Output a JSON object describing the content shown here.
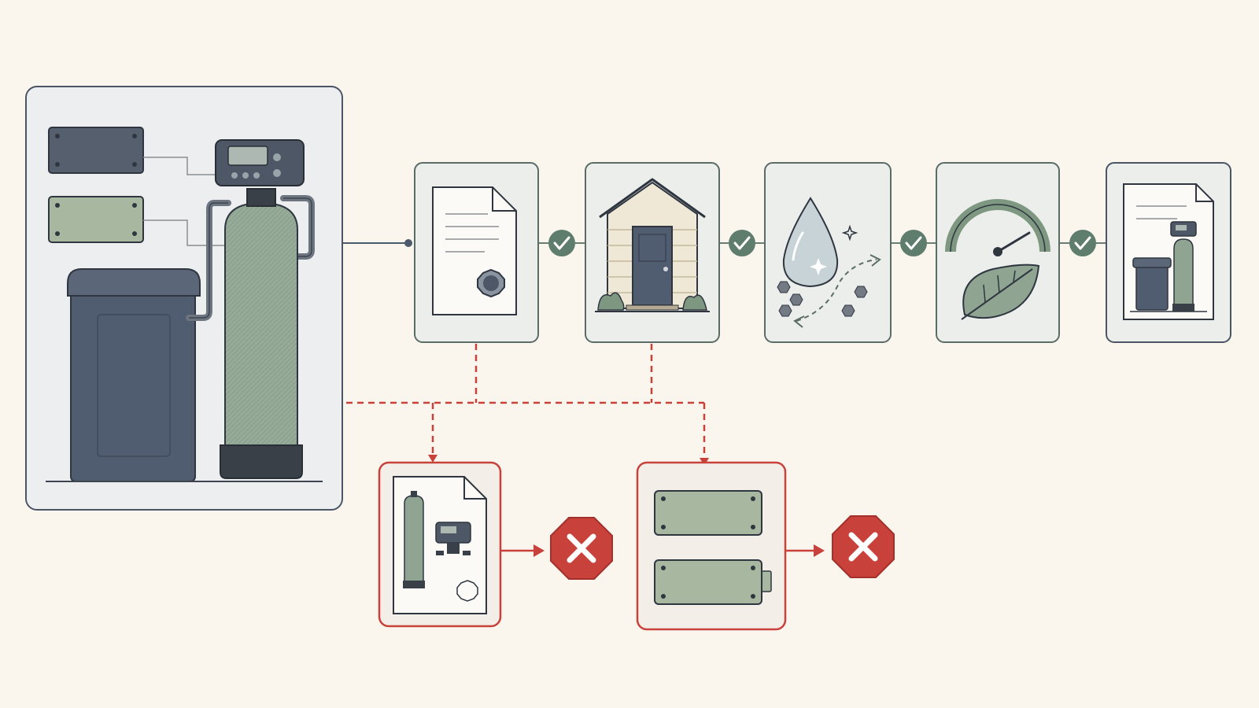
{
  "diagram": {
    "flow_steps": [
      {
        "id": "certification-document",
        "icon": "certificate-document-icon",
        "status": "check-icon"
      },
      {
        "id": "home-installation",
        "icon": "house-icon",
        "status": "check-icon"
      },
      {
        "id": "water-softening",
        "icon": "water-drop-icon",
        "status": "check-icon"
      },
      {
        "id": "efficiency-rating",
        "icon": "gauge-leaf-icon",
        "status": "check-icon"
      },
      {
        "id": "final-system-approval",
        "icon": "system-document-icon",
        "status": null
      }
    ],
    "rejection_branches": [
      {
        "id": "mismatched-components",
        "from": "certification-document",
        "icon": "component-document-icon",
        "status": "stop-x-icon"
      },
      {
        "id": "mismatched-labels",
        "from": "home-installation",
        "icon": "label-plates-icon",
        "status": "stop-x-icon"
      }
    ],
    "colors": {
      "background": "#faf6ee",
      "panel": "#eceef0",
      "outline": "#5b6b66",
      "check": "#5f7d6d",
      "reject": "#c8413a",
      "tank_green": "#8fa592",
      "brine_blue": "#505d70",
      "connector": "#4a5a6a"
    }
  }
}
